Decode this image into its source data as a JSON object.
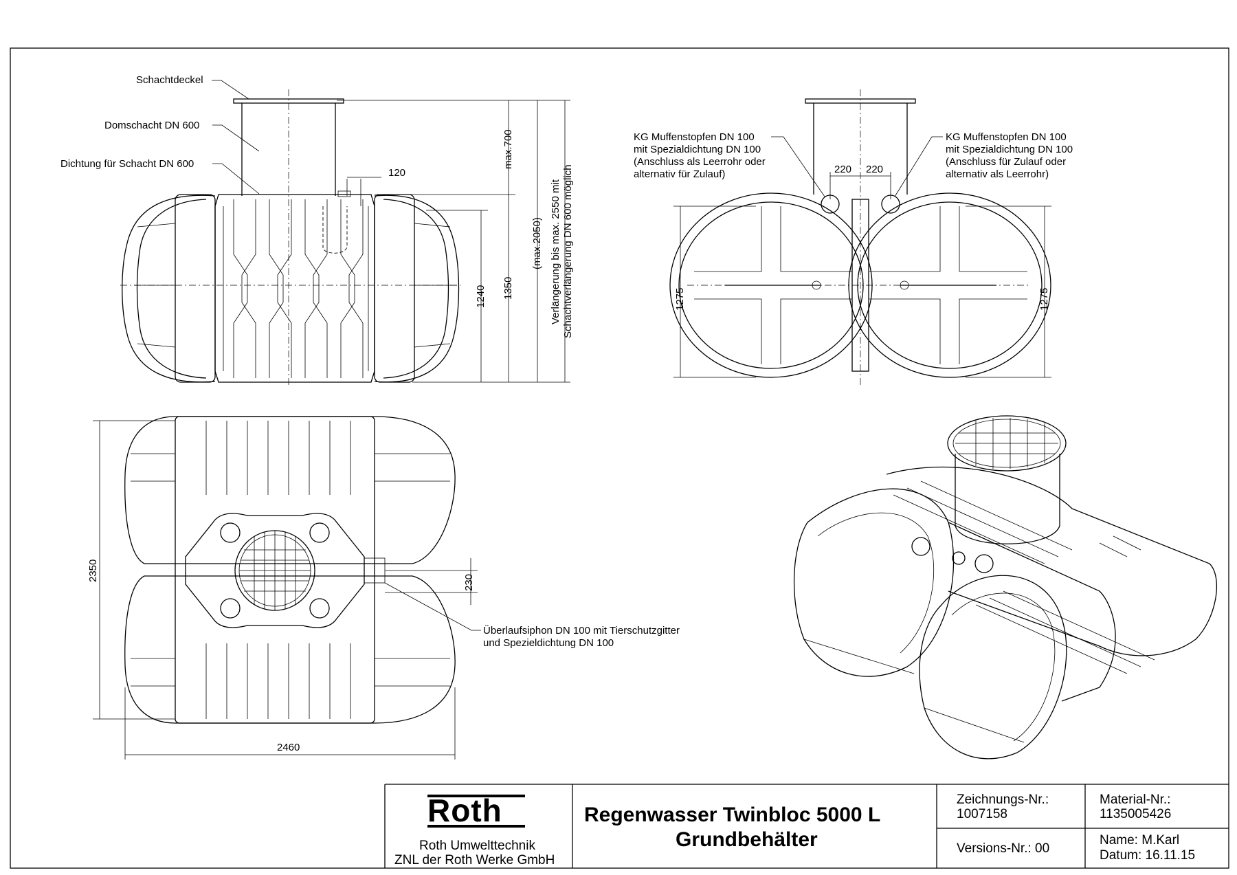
{
  "labels": {
    "schachtdeckel": "Schachtdeckel",
    "domschacht": "Domschacht DN 600",
    "dichtung": "Dichtung für Schacht DN 600",
    "kg_left": [
      "KG Muffenstopfen DN 100",
      "mit Spezialdichtung DN 100",
      "(Anschluss als Leerrohr oder",
      "alternativ für Zulauf)"
    ],
    "kg_right": [
      "KG Muffenstopfen DN 100",
      "mit Spezialdichtung DN 100",
      "(Anschluss für Zulauf oder",
      "alternativ als Leerrohr)"
    ],
    "ueberlauf": [
      "Überlaufsiphon DN 100 mit Tierschutzgitter",
      "und Spezieldichtung DN 100"
    ]
  },
  "dimensions": {
    "d120": "120",
    "max700": "max.700",
    "max2050": "(max.2050)",
    "verl1": "Verlängerung bis max. 2550 mit",
    "verl2": "Schachtverlängerung DN 600 möglich",
    "d1240": "1240",
    "d1350": "1350",
    "d220a": "220",
    "d220b": "220",
    "d1275l": "1275",
    "d1275r": "1275",
    "d2350": "2350",
    "d2460": "2460",
    "d230": "230"
  },
  "title_block": {
    "logo": "Roth",
    "company1": "Roth Umwelttechnik",
    "company2": "ZNL der Roth Werke GmbH",
    "title1": "Regenwasser Twinbloc 5000 L",
    "title2": "Grundbehälter",
    "zeichnung_label": "Zeichnungs-Nr.:",
    "zeichnung_value": "1007158",
    "version": "Versions-Nr.: 00",
    "material_label": "Material-Nr.:",
    "material_value": "1135005426",
    "name": "Name: M.Karl",
    "datum": "Datum: 16.11.15"
  }
}
